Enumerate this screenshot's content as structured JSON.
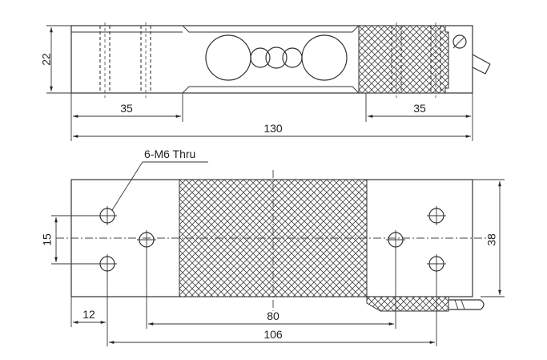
{
  "diagram": {
    "top_view": {
      "dim_height": "22",
      "dim_left_zone": "35",
      "dim_right_zone": "35",
      "dim_total_length": "130"
    },
    "bottom_view": {
      "hole_callout": "6-M6 Thru",
      "dim_hole_vertical_spacing": "15",
      "dim_width": "38",
      "dim_edge_to_hole": "12",
      "dim_inner_hole_spacing": "80",
      "dim_outer_hole_spacing": "106"
    }
  }
}
